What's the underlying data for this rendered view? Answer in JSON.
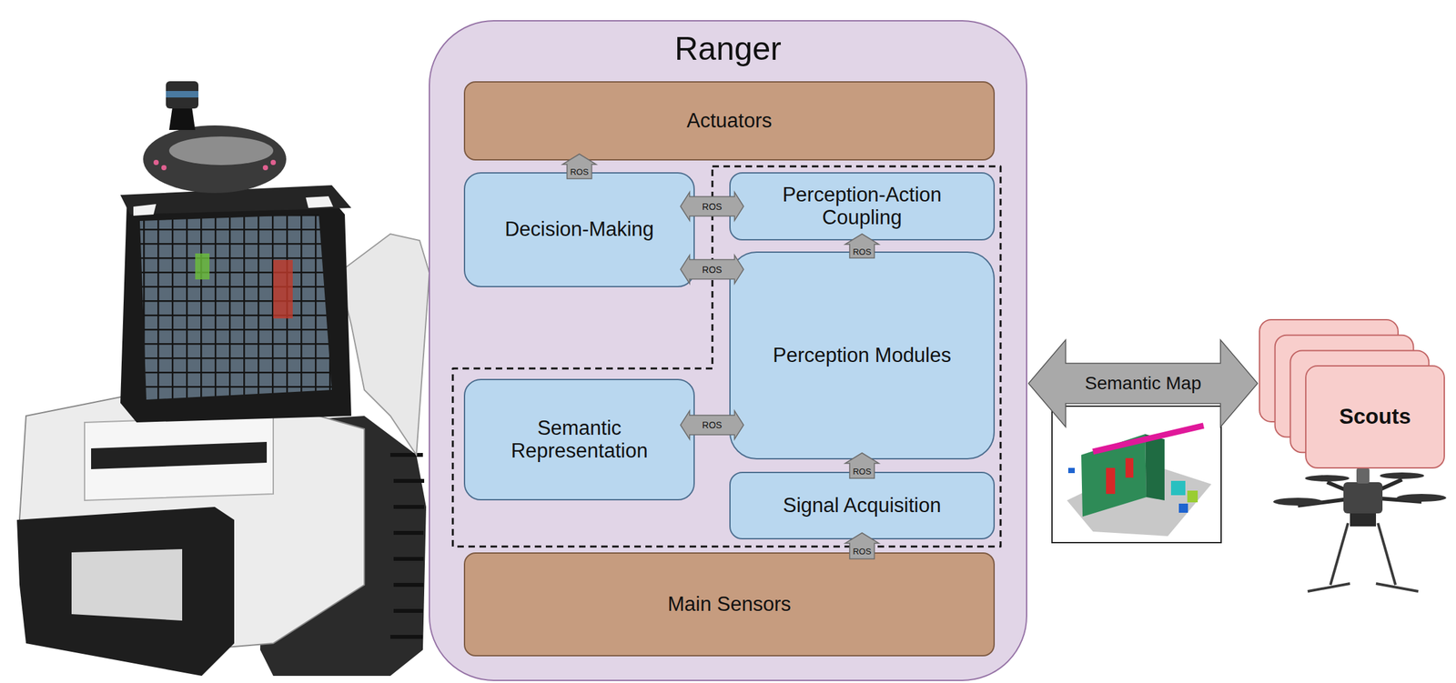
{
  "diagram": {
    "nodes": [
      {
        "text": [
          "Ranger"
        ]
      },
      {
        "text": [
          "Actuators"
        ],
        "in": 0
      },
      {
        "text": [
          "Decision-Making"
        ],
        "in": 0
      },
      {
        "text": [
          "Perception-Action Coupling"
        ],
        "in": 0
      },
      {
        "text": [
          "Perception Modules"
        ],
        "in": 0
      },
      {
        "text": [
          "Semantic Representation"
        ],
        "in": 0
      },
      {
        "text": [
          "Signal Acquisition"
        ],
        "in": 0
      },
      {
        "text": [
          "Main Sensors"
        ],
        "in": 0
      },
      {
        "text": [
          "Scouts"
        ]
      }
    ],
    "edges": [
      {
        "from": 2,
        "to": 1,
        "arrow": "to",
        "label": "ROS"
      },
      {
        "from": 2,
        "to": 3,
        "arrow": "both",
        "label": "ROS"
      },
      {
        "from": 2,
        "to": 4,
        "arrow": "both",
        "label": "ROS"
      },
      {
        "from": 4,
        "to": 3,
        "arrow": "to",
        "label": "ROS"
      },
      {
        "from": 5,
        "to": 4,
        "arrow": "both",
        "label": "ROS"
      },
      {
        "from": 6,
        "to": 4,
        "arrow": "to",
        "label": "ROS"
      },
      {
        "from": 7,
        "to": 6,
        "arrow": "to",
        "label": "ROS"
      },
      {
        "from": 0,
        "to": 8,
        "arrow": "both",
        "label": "Semantic Map"
      }
    ]
  }
}
